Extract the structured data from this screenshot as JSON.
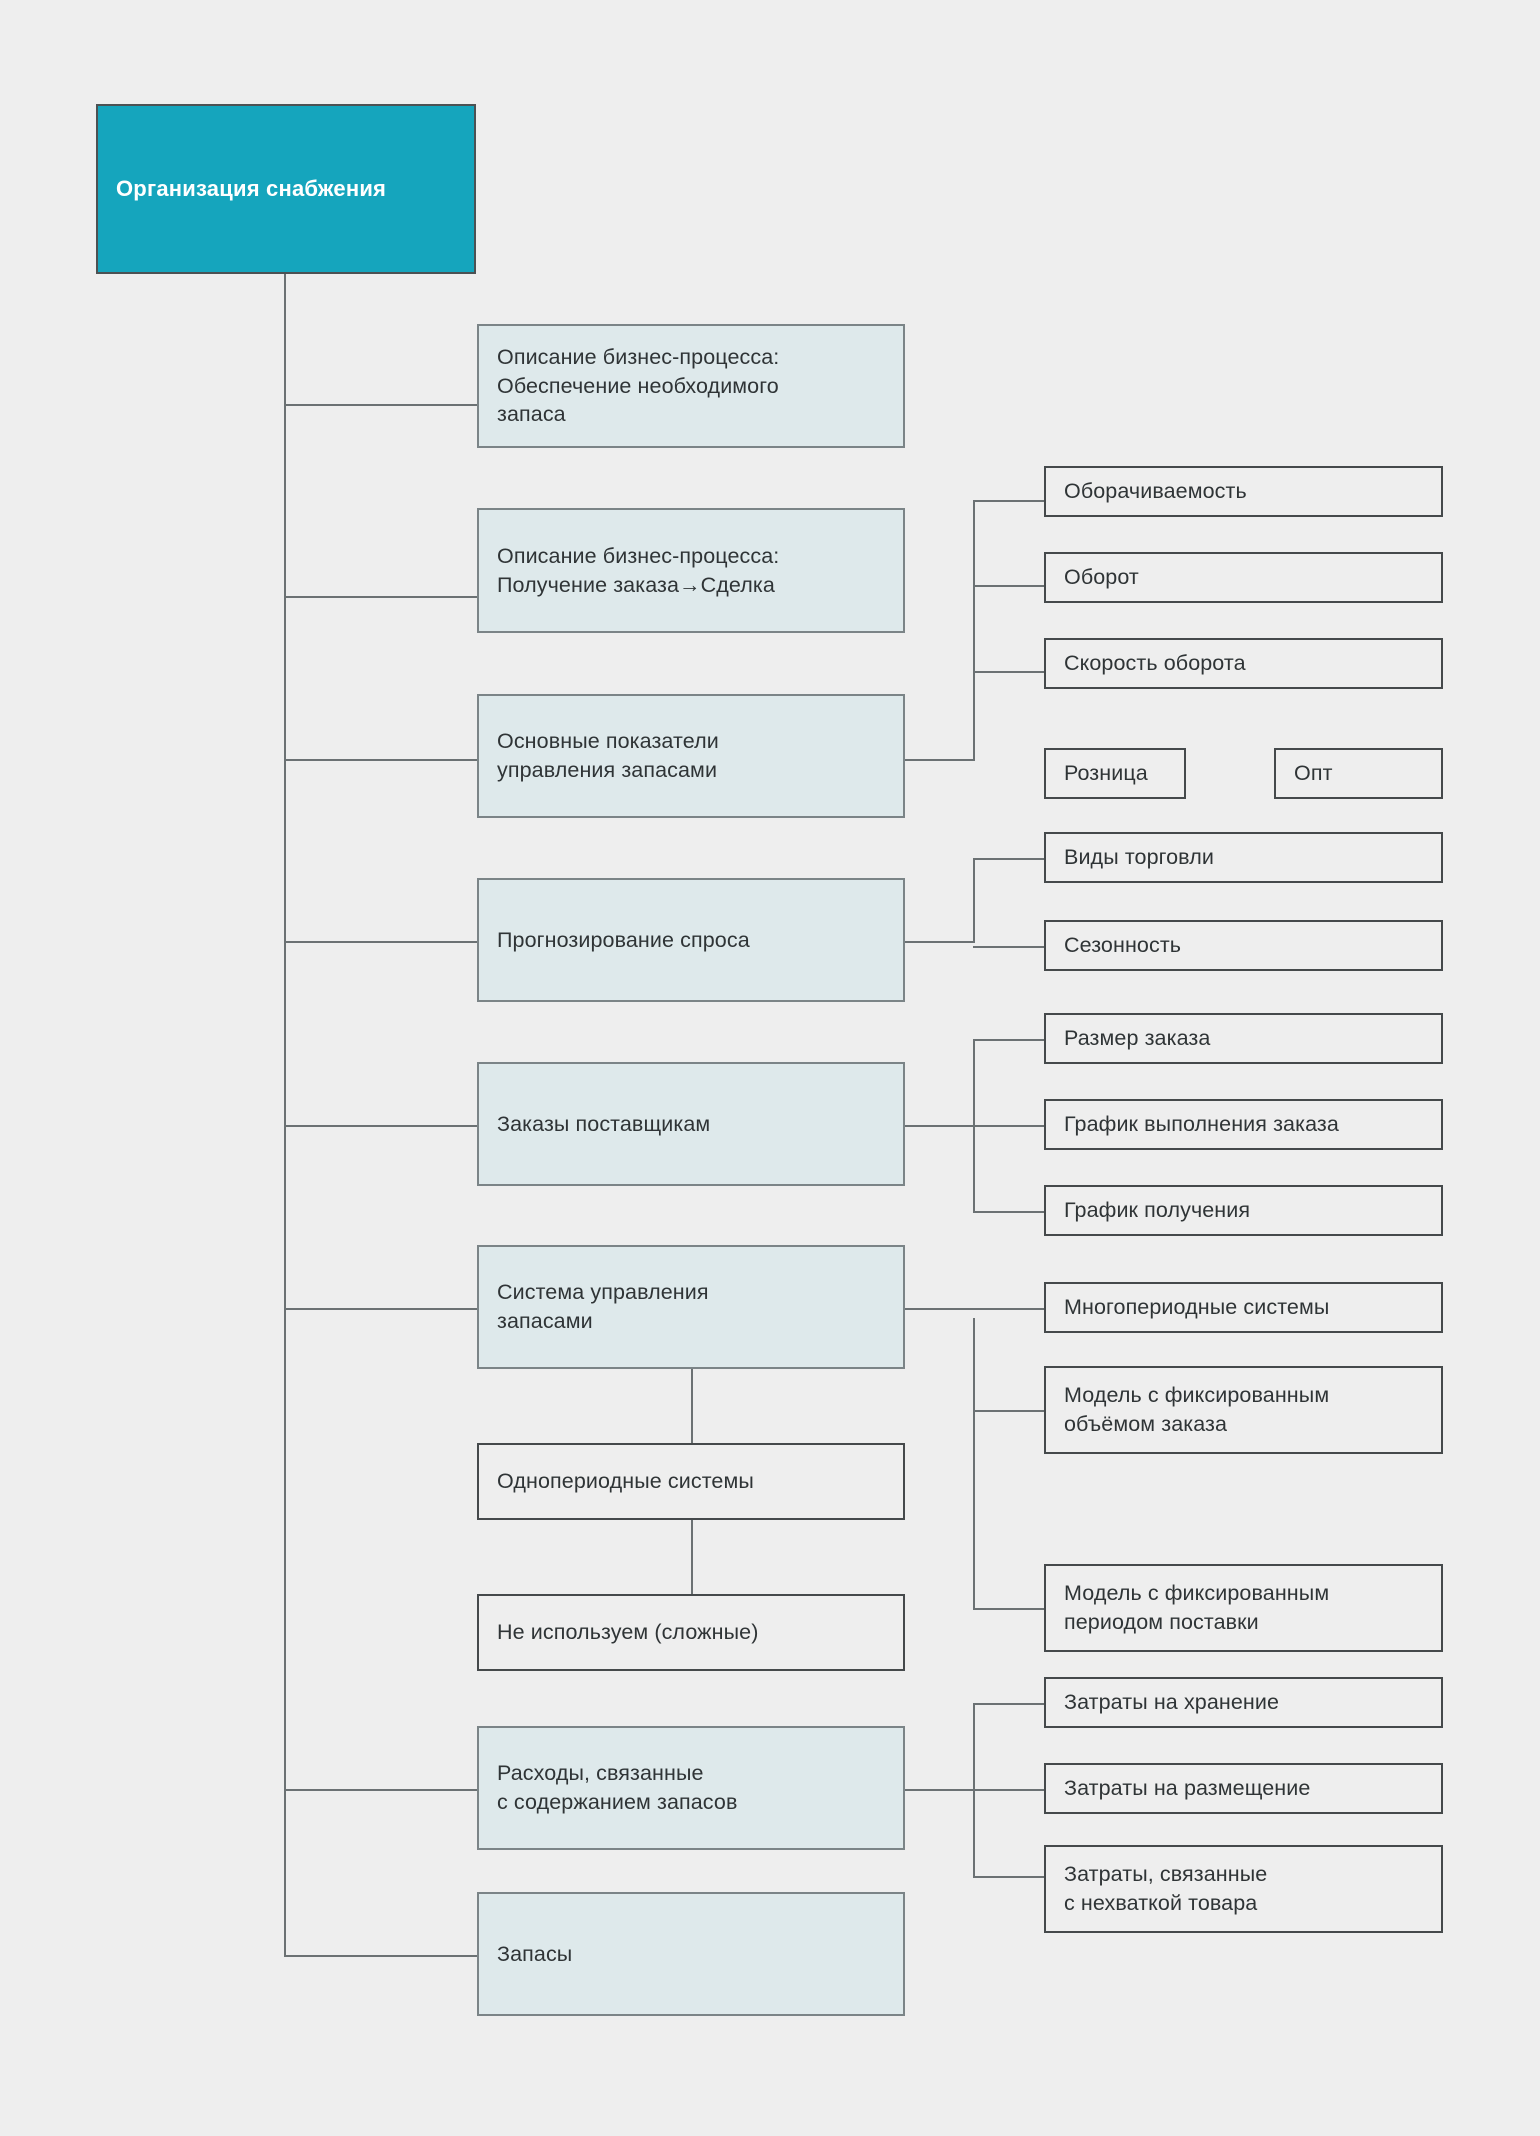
{
  "diagram": {
    "title": "Организация снабжения",
    "type": "tree",
    "background_color": "#eeeeee",
    "root_fill_color": "#15a5bd",
    "branch_fill_color": "#dee9eb",
    "leaf_fill_color": "transparent",
    "border_color": "#555a5c",
    "connector_color": "#6b7173",
    "root": {
      "label": "Организация снабжения"
    },
    "level2": [
      {
        "label": "Описание бизнес-процесса:\nОбеспечение необходимого\nзапаса"
      },
      {
        "label": "Описание бизнес-процесса:\nПолучение заказа→Сделка"
      },
      {
        "label": "Основные показатели\nуправления запасами"
      },
      {
        "label": "Прогнозирование спроса"
      },
      {
        "label": "Заказы поставщикам"
      },
      {
        "label": "Система управления\nзапасами"
      },
      {
        "label": "Одно­периодные системы"
      },
      {
        "label": "Не используем (сложные)"
      },
      {
        "label": "Расходы, связанные\nс содержанием запасов"
      },
      {
        "label": "Запасы"
      }
    ],
    "level3": [
      {
        "label": "Оборачиваемость"
      },
      {
        "label": "Оборот"
      },
      {
        "label": "Скорость оборота"
      },
      {
        "label": "Розница"
      },
      {
        "label": "Опт"
      },
      {
        "label": "Виды торговли"
      },
      {
        "label": "Сезонность"
      },
      {
        "label": "Размер заказа"
      },
      {
        "label": "График выполнения заказа"
      },
      {
        "label": "График получения"
      },
      {
        "label": "Многопериодные системы"
      },
      {
        "label": "Модель с фиксированным\nобъёмом заказа"
      },
      {
        "label": "Модель с фиксированным\nпериодом поставки"
      },
      {
        "label": "Затраты на хранение"
      },
      {
        "label": "Затраты на размещение"
      },
      {
        "label": "Затраты, связанные\nс нехваткой товара"
      }
    ]
  }
}
